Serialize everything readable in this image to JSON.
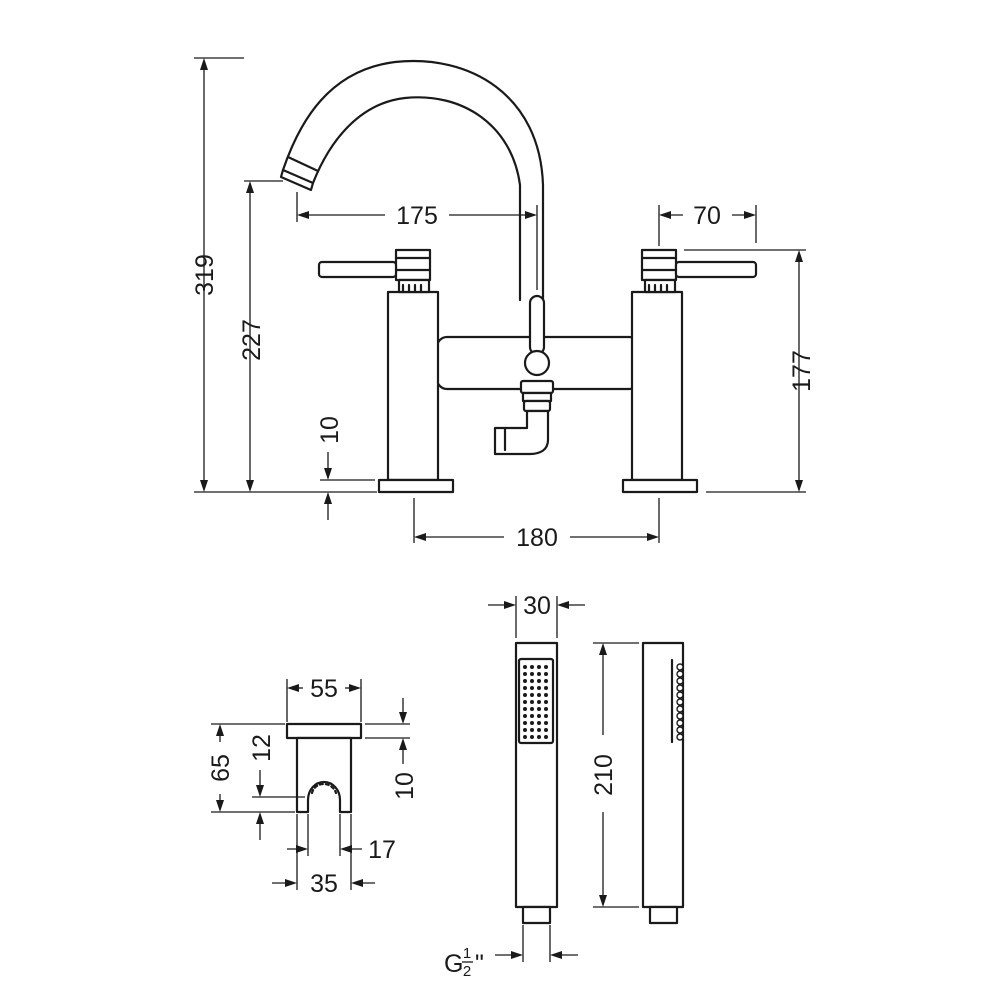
{
  "dimensions": {
    "overall_height": "319",
    "spout_height": "227",
    "deck_thickness": "10",
    "spout_reach": "175",
    "lever_reach": "70",
    "valve_height": "177",
    "centres": "180",
    "handset_width": "30",
    "handset_length": "210",
    "bracket_width": "55",
    "bracket_height": "65",
    "bracket_plate": "12",
    "bracket_top": "10",
    "bracket_slot": "17",
    "bracket_base": "35",
    "thread_g": "G",
    "thread_num": "1",
    "thread_den": "2",
    "thread_unit": "\""
  }
}
